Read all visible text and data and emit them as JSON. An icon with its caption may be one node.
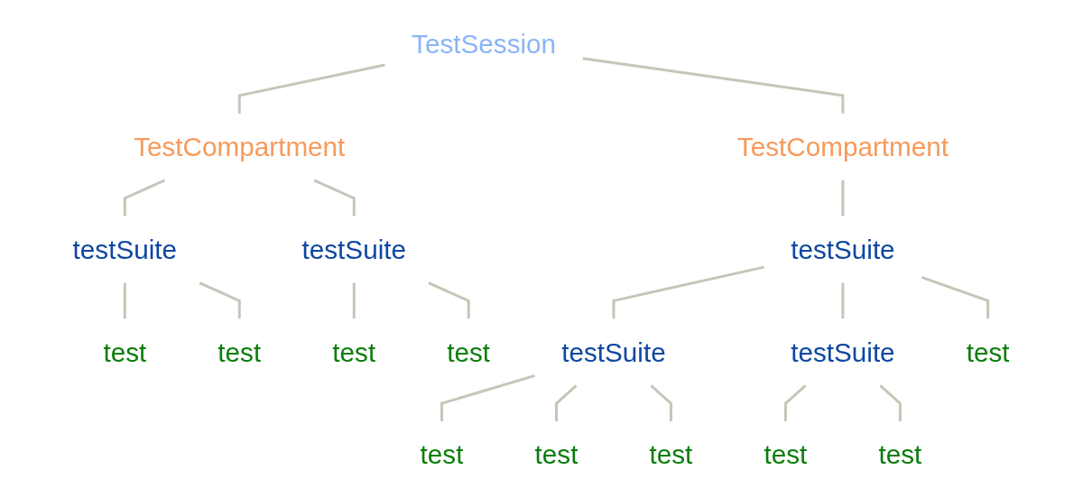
{
  "diagram": {
    "nodes": [
      {
        "text": [
          "TestSession"
        ]
      },
      {
        "text": [
          "TestCompartment"
        ]
      },
      {
        "text": [
          "TestCompartment"
        ]
      },
      {
        "text": [
          "testSuite"
        ]
      },
      {
        "text": [
          "testSuite"
        ]
      },
      {
        "text": [
          "testSuite"
        ]
      },
      {
        "text": [
          "test"
        ]
      },
      {
        "text": [
          "test"
        ]
      },
      {
        "text": [
          "test"
        ]
      },
      {
        "text": [
          "test"
        ]
      },
      {
        "text": [
          "testSuite"
        ]
      },
      {
        "text": [
          "testSuite"
        ]
      },
      {
        "text": [
          "test"
        ]
      },
      {
        "text": [
          "test"
        ]
      },
      {
        "text": [
          "test"
        ]
      },
      {
        "text": [
          "test"
        ]
      },
      {
        "text": [
          "test"
        ]
      },
      {
        "text": [
          "test"
        ]
      }
    ],
    "edges": [
      {
        "from": 0,
        "to": 1,
        "arrow": "none"
      },
      {
        "from": 0,
        "to": 2,
        "arrow": "none"
      },
      {
        "from": 1,
        "to": 3,
        "arrow": "none"
      },
      {
        "from": 1,
        "to": 4,
        "arrow": "none"
      },
      {
        "from": 2,
        "to": 5,
        "arrow": "none"
      },
      {
        "from": 3,
        "to": 6,
        "arrow": "none"
      },
      {
        "from": 3,
        "to": 7,
        "arrow": "none"
      },
      {
        "from": 4,
        "to": 8,
        "arrow": "none"
      },
      {
        "from": 4,
        "to": 9,
        "arrow": "none"
      },
      {
        "from": 5,
        "to": 10,
        "arrow": "none"
      },
      {
        "from": 5,
        "to": 11,
        "arrow": "none"
      },
      {
        "from": 5,
        "to": 12,
        "arrow": "none"
      },
      {
        "from": 10,
        "to": 13,
        "arrow": "none"
      },
      {
        "from": 10,
        "to": 14,
        "arrow": "none"
      },
      {
        "from": 10,
        "to": 15,
        "arrow": "none"
      },
      {
        "from": 11,
        "to": 16,
        "arrow": "none"
      },
      {
        "from": 11,
        "to": 17,
        "arrow": "none"
      }
    ]
  }
}
